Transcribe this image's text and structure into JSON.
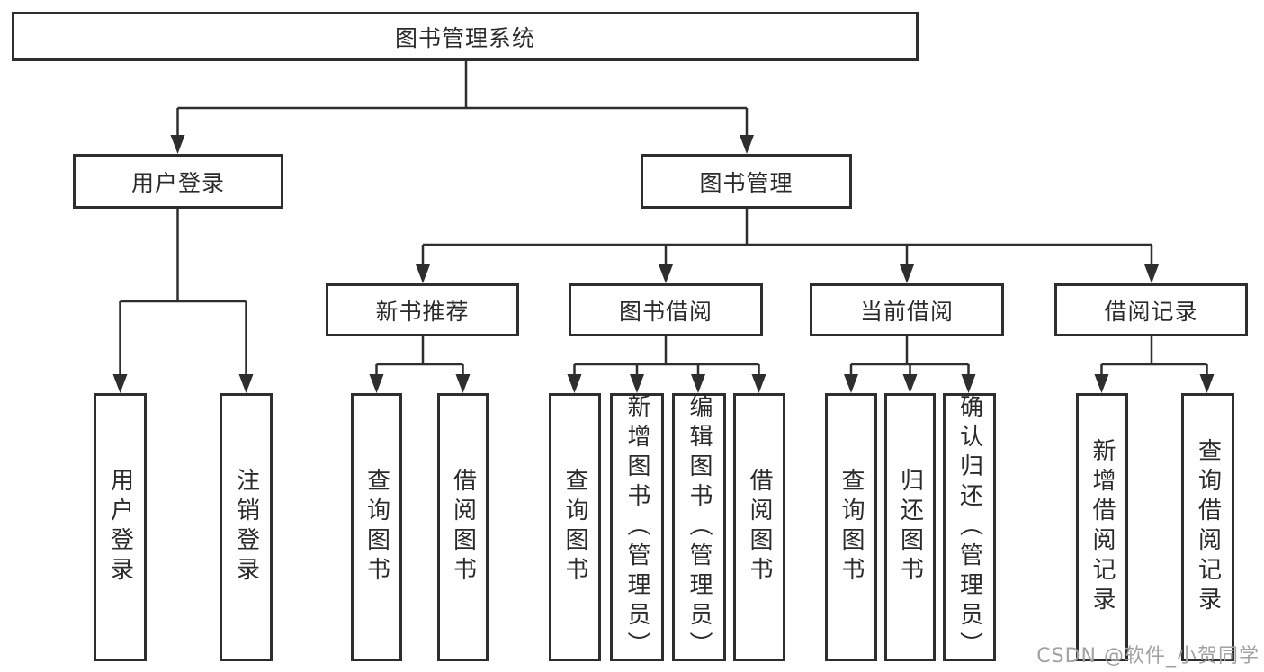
{
  "tree": {
    "root": "图书管理系统",
    "level2": [
      "用户登录",
      "图书管理"
    ],
    "level3": [
      "新书推荐",
      "图书借阅",
      "当前借阅",
      "借阅记录"
    ],
    "leaves": {
      "user_login": [
        "用户登录",
        "注销登录"
      ],
      "new_books": [
        "查询图书",
        "借阅图书"
      ],
      "borrow": [
        "查询图书",
        "新增图书（管理员）",
        "编辑图书（管理员）",
        "借阅图书"
      ],
      "current": [
        "查询图书",
        "归还图书",
        "确认归还（管理员）"
      ],
      "records": [
        "新增借阅记录",
        "查询借阅记录"
      ]
    }
  },
  "watermark": {
    "text": "CSDN @软件_小贺同学"
  },
  "colors": {
    "line": "#2e2e2e",
    "box_border": "#2e2e2e",
    "box_fill": "#ffffff",
    "text": "#2b2b2b",
    "watermark": "#a2a2a2",
    "background": "#ffffff"
  }
}
